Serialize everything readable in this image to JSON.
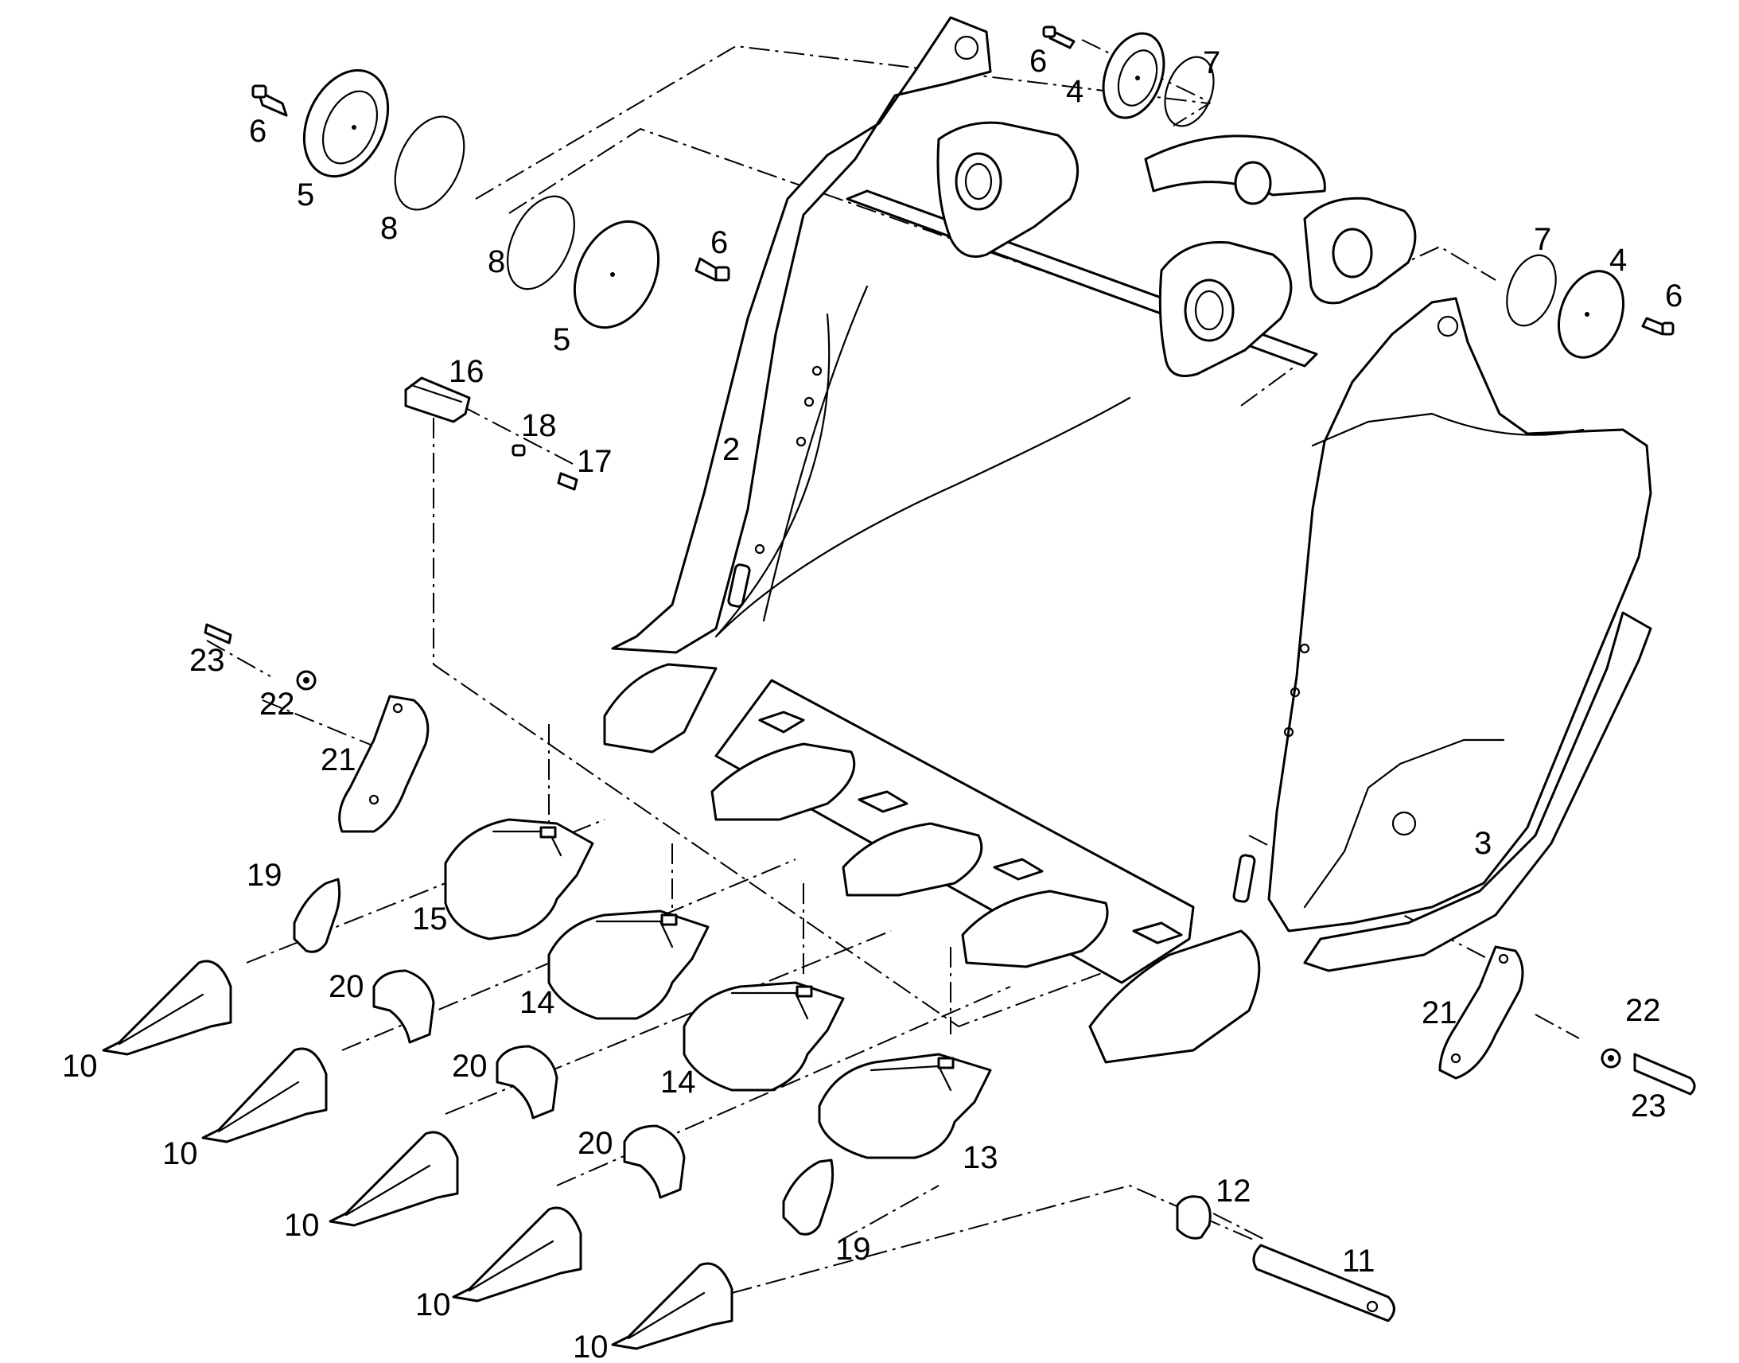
{
  "colors": {
    "line": "#000000",
    "background": "#ffffff"
  },
  "callouts": [
    {
      "id": "c2",
      "text": "2"
    },
    {
      "id": "c3",
      "text": "3"
    },
    {
      "id": "c4a",
      "text": "4"
    },
    {
      "id": "c4b",
      "text": "4"
    },
    {
      "id": "c5a",
      "text": "5"
    },
    {
      "id": "c5b",
      "text": "5"
    },
    {
      "id": "c6a",
      "text": "6"
    },
    {
      "id": "c6b",
      "text": "6"
    },
    {
      "id": "c6c",
      "text": "6"
    },
    {
      "id": "c6d",
      "text": "6"
    },
    {
      "id": "c7a",
      "text": "7"
    },
    {
      "id": "c7b",
      "text": "7"
    },
    {
      "id": "c8a",
      "text": "8"
    },
    {
      "id": "c8b",
      "text": "8"
    },
    {
      "id": "c10a",
      "text": "10"
    },
    {
      "id": "c10b",
      "text": "10"
    },
    {
      "id": "c10c",
      "text": "10"
    },
    {
      "id": "c10d",
      "text": "10"
    },
    {
      "id": "c10e",
      "text": "10"
    },
    {
      "id": "c11",
      "text": "11"
    },
    {
      "id": "c12",
      "text": "12"
    },
    {
      "id": "c13",
      "text": "13"
    },
    {
      "id": "c14a",
      "text": "14"
    },
    {
      "id": "c14b",
      "text": "14"
    },
    {
      "id": "c15",
      "text": "15"
    },
    {
      "id": "c16",
      "text": "16"
    },
    {
      "id": "c17",
      "text": "17"
    },
    {
      "id": "c18",
      "text": "18"
    },
    {
      "id": "c19a",
      "text": "19"
    },
    {
      "id": "c19b",
      "text": "19"
    },
    {
      "id": "c20a",
      "text": "20"
    },
    {
      "id": "c20b",
      "text": "20"
    },
    {
      "id": "c20c",
      "text": "20"
    },
    {
      "id": "c21a",
      "text": "21"
    },
    {
      "id": "c21b",
      "text": "21"
    },
    {
      "id": "c22a",
      "text": "22"
    },
    {
      "id": "c22b",
      "text": "22"
    },
    {
      "id": "c23a",
      "text": "23"
    },
    {
      "id": "c23b",
      "text": "23"
    }
  ]
}
